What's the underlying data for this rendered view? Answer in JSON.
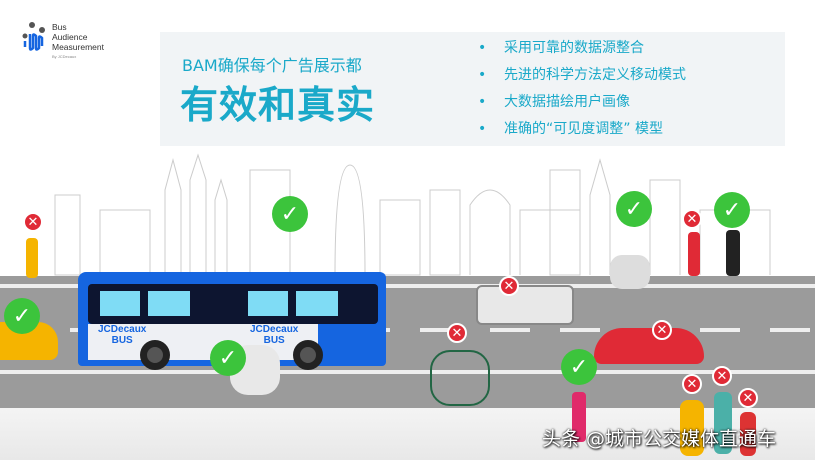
{
  "logo": {
    "line1": "Bus",
    "line2": "Audience",
    "line3": "Measurement",
    "by": "By JCDecaux"
  },
  "header": {
    "subtitle": "BAM确保每个广告展示都",
    "title": "有效和真实"
  },
  "bullets": [
    {
      "label": "采用可靠的数据源整合"
    },
    {
      "label": "先进的科学方法定义移动模式"
    },
    {
      "label": "大数据描绘用户画像"
    },
    {
      "label": "准确的“可见度调整” 模型"
    }
  ],
  "bus": {
    "brand_line1": "JCDecaux",
    "brand_line2": "BUS"
  },
  "markers": {
    "valid": "check-icon",
    "invalid": "x-icon",
    "valid_color": "#3cc43c",
    "invalid_color": "#e02a36"
  },
  "watermark": "头条 @城市公交媒体直通车",
  "colors": {
    "accent": "#1aa9c9",
    "bus_blue": "#1565e0"
  }
}
